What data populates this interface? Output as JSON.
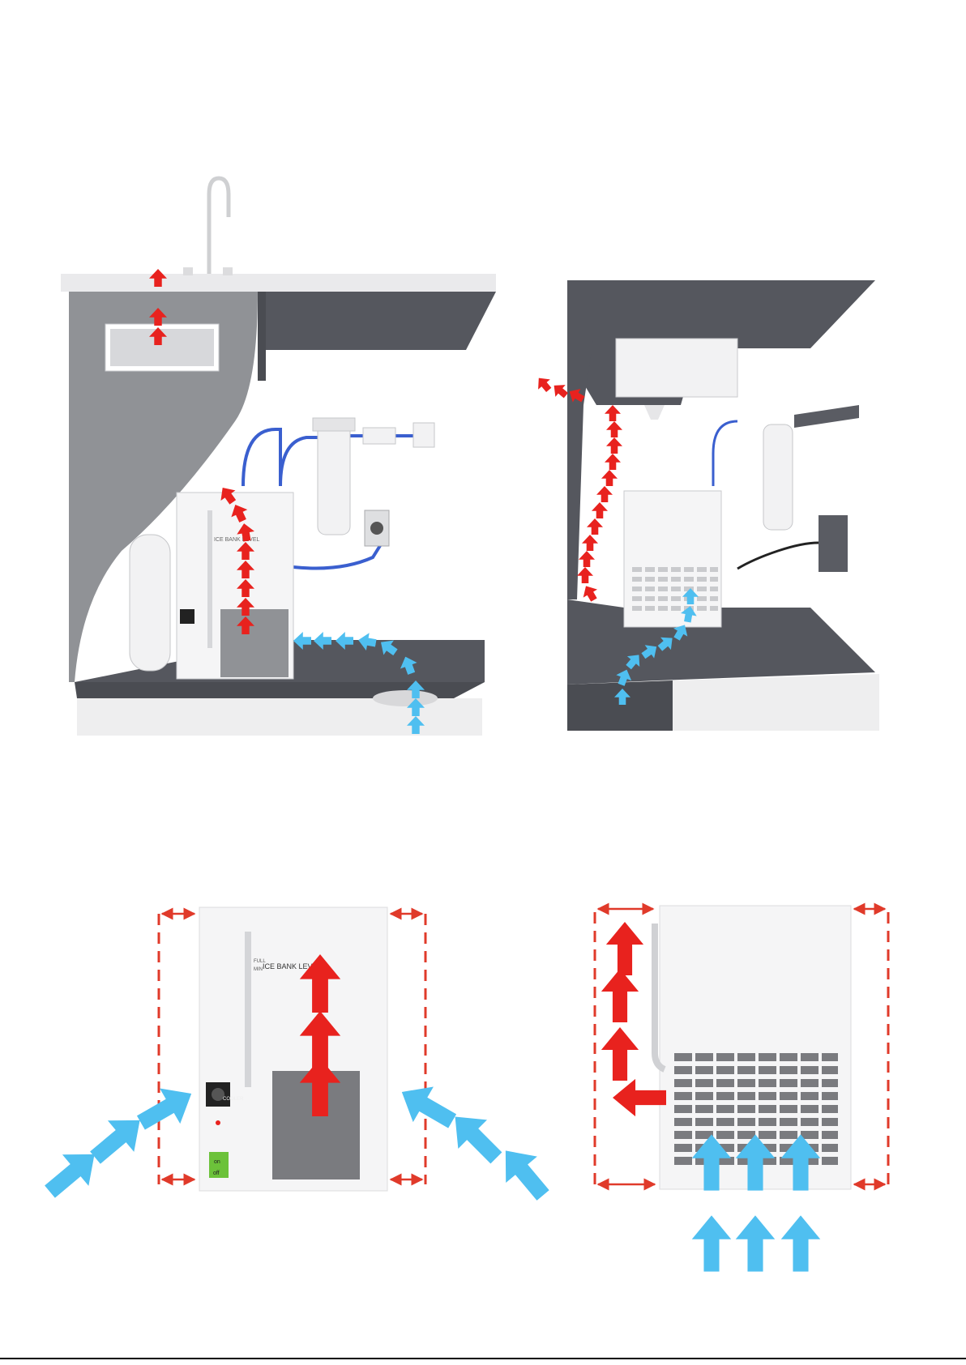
{
  "labels": {
    "ice_bank_level": "ICE BANK LEVEL",
    "on": "on",
    "off": "off",
    "full": "FULL",
    "min": "MIN",
    "cooler": "COOLER"
  },
  "colors": {
    "hot_air_arrow": "#e8221e",
    "cool_air_arrow": "#4fbff0",
    "clearance_line": "#e03a2a",
    "cabinet_dark": "#5a5c63",
    "cabinet_mid": "#909296",
    "panel_light": "#f2f2f3",
    "water_line": "#3a5fcf",
    "switch_green": "#6cc23a"
  },
  "icons": {
    "hot_air": "red-arrow-icon",
    "cool_air": "blue-arrow-icon",
    "clearance": "double-arrow-icon"
  }
}
